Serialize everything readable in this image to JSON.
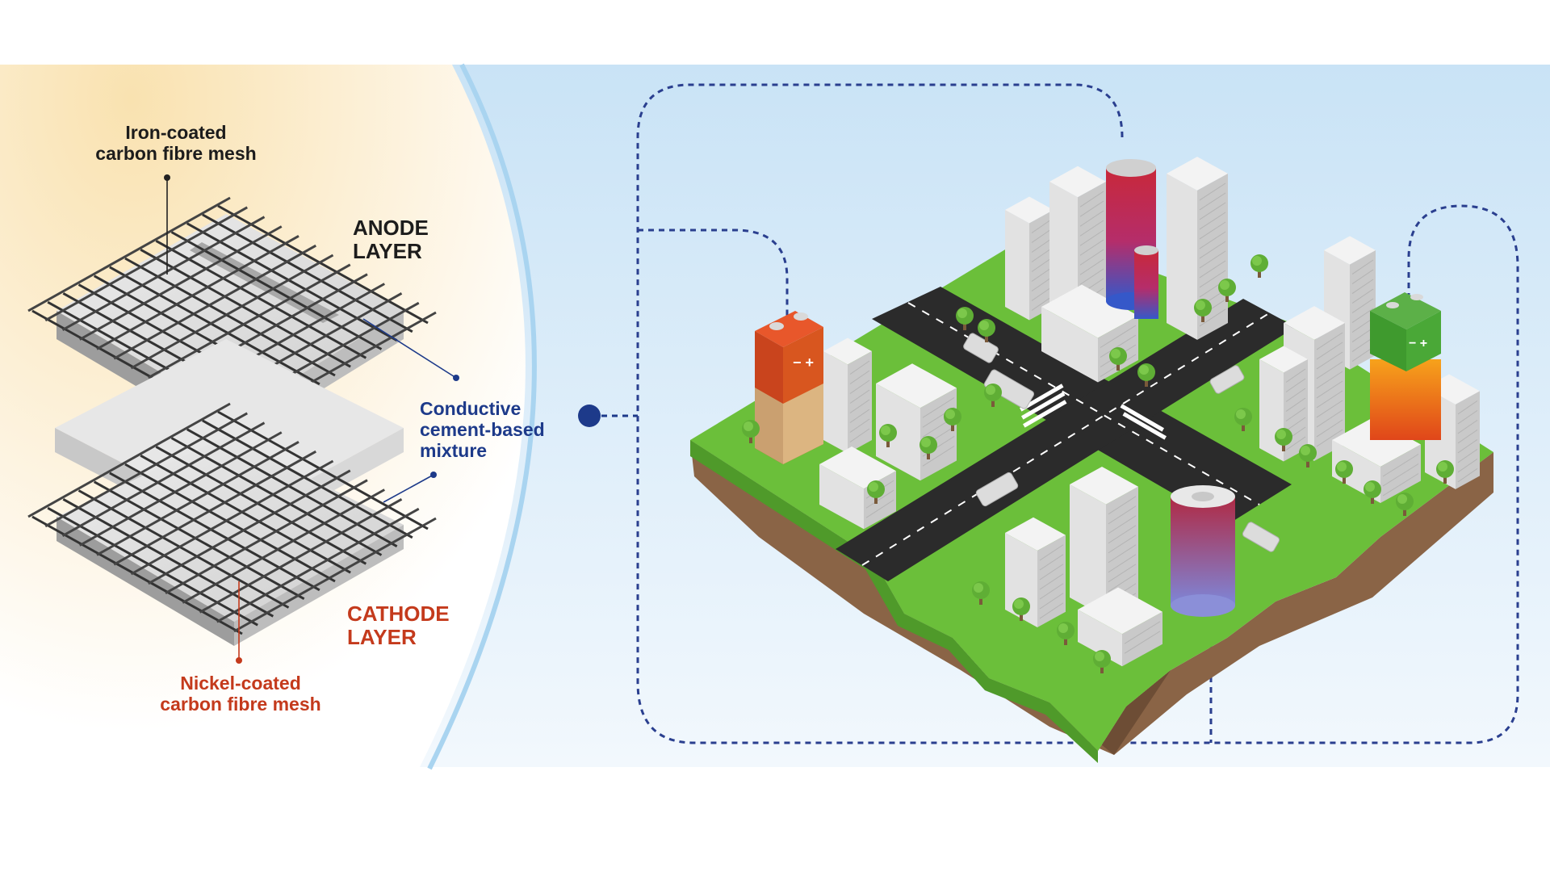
{
  "labels": {
    "iron_mesh": [
      "Iron-coated",
      "carbon fibre mesh"
    ],
    "anode": [
      "ANODE",
      "LAYER"
    ],
    "cement": [
      "Conductive",
      "cement-based",
      "mixture"
    ],
    "cathode": [
      "CATHODE",
      "LAYER"
    ],
    "nickel_mesh": [
      "Nickel-coated",
      "carbon fibre mesh"
    ]
  },
  "colors": {
    "label_dark": "#1c1c1c",
    "label_blue": "#1d3a8a",
    "label_red": "#c43a1c",
    "sky": "#cfe6f7",
    "panel_warm": "#fbe9c2",
    "grass": "#6bbf3a",
    "soil": "#8a6446",
    "road": "#2b2b2b",
    "battery_orange": "#d6461f",
    "battery_green": "#3f9a2e",
    "connector": "#1d3a8a"
  },
  "icons": {
    "city_battery_left": "battery-icon",
    "city_battery_right": "battery-icon"
  }
}
